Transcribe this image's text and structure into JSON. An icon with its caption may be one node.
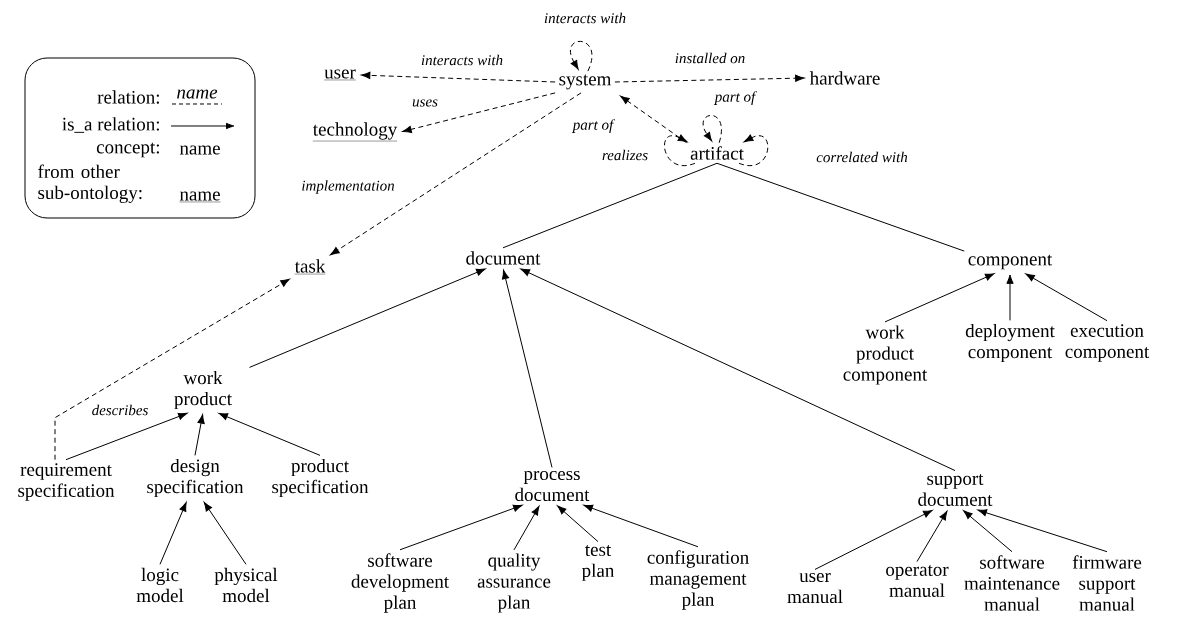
{
  "diagram": {
    "nodes": [
      {
        "text": [
          "system"
        ]
      },
      {
        "text": [
          "user"
        ]
      },
      {
        "text": [
          "technology"
        ]
      },
      {
        "text": [
          "hardware"
        ]
      },
      {
        "text": [
          "artifact"
        ]
      },
      {
        "text": [
          "task"
        ]
      },
      {
        "text": [
          "document"
        ]
      },
      {
        "text": [
          "component"
        ]
      },
      {
        "text": [
          "work product"
        ]
      },
      {
        "text": [
          "process document"
        ]
      },
      {
        "text": [
          "support document"
        ]
      },
      {
        "text": [
          "work product component"
        ]
      },
      {
        "text": [
          "deployment component"
        ]
      },
      {
        "text": [
          "execution component"
        ]
      },
      {
        "text": [
          "requirement specification"
        ]
      },
      {
        "text": [
          "design specification"
        ]
      },
      {
        "text": [
          "product specification"
        ]
      },
      {
        "text": [
          "logic model"
        ]
      },
      {
        "text": [
          "physical model"
        ]
      },
      {
        "text": [
          "software development plan"
        ]
      },
      {
        "text": [
          "quality assurance plan"
        ]
      },
      {
        "text": [
          "test plan"
        ]
      },
      {
        "text": [
          "configuration management plan"
        ]
      },
      {
        "text": [
          "user manual"
        ]
      },
      {
        "text": [
          "operator manual"
        ]
      },
      {
        "text": [
          "software maintenance manual"
        ]
      },
      {
        "text": [
          "firmware support manual"
        ]
      }
    ],
    "edges": [
      {
        "from": 0,
        "to": 1,
        "arrow": "to",
        "label": "interacts with",
        "style": "dashed"
      },
      {
        "from": 0,
        "to": 0,
        "arrow": "to",
        "label": "interacts with",
        "style": "dashed"
      },
      {
        "from": 0,
        "to": 3,
        "arrow": "to",
        "label": "installed on",
        "style": "dashed"
      },
      {
        "from": 0,
        "to": 2,
        "arrow": "to",
        "label": "uses",
        "style": "dashed"
      },
      {
        "from": 4,
        "to": 0,
        "arrow": "to",
        "label": "part of",
        "style": "dashed"
      },
      {
        "from": 4,
        "to": 4,
        "arrow": "to",
        "label": "part of",
        "style": "dashed"
      },
      {
        "from": 4,
        "to": 4,
        "arrow": "to",
        "label": "realizes",
        "style": "dashed"
      },
      {
        "from": 4,
        "to": 4,
        "arrow": "to",
        "label": "correlated with",
        "style": "dashed"
      },
      {
        "from": 0,
        "to": 5,
        "arrow": "to",
        "label": "implementation",
        "style": "dashed"
      },
      {
        "from": 14,
        "to": 5,
        "arrow": "to",
        "label": "describes",
        "style": "dashed"
      },
      {
        "from": 4,
        "to": 6,
        "arrow": "none"
      },
      {
        "from": 4,
        "to": 7,
        "arrow": "none"
      },
      {
        "from": 8,
        "to": 6,
        "arrow": "to"
      },
      {
        "from": 9,
        "to": 6,
        "arrow": "to"
      },
      {
        "from": 10,
        "to": 6,
        "arrow": "to"
      },
      {
        "from": 11,
        "to": 7,
        "arrow": "to"
      },
      {
        "from": 12,
        "to": 7,
        "arrow": "to"
      },
      {
        "from": 13,
        "to": 7,
        "arrow": "to"
      },
      {
        "from": 14,
        "to": 8,
        "arrow": "to"
      },
      {
        "from": 15,
        "to": 8,
        "arrow": "to"
      },
      {
        "from": 16,
        "to": 8,
        "arrow": "to"
      },
      {
        "from": 17,
        "to": 15,
        "arrow": "to"
      },
      {
        "from": 18,
        "to": 15,
        "arrow": "to"
      },
      {
        "from": 19,
        "to": 9,
        "arrow": "to"
      },
      {
        "from": 20,
        "to": 9,
        "arrow": "to"
      },
      {
        "from": 21,
        "to": 9,
        "arrow": "to"
      },
      {
        "from": 22,
        "to": 9,
        "arrow": "to"
      },
      {
        "from": 23,
        "to": 10,
        "arrow": "to"
      },
      {
        "from": 24,
        "to": 10,
        "arrow": "to"
      },
      {
        "from": 25,
        "to": 10,
        "arrow": "to"
      },
      {
        "from": 26,
        "to": 10,
        "arrow": "to"
      }
    ],
    "labels": [
      "name",
      "name",
      "name"
    ],
    "legend": [
      {
        "text": "relation:"
      },
      {
        "text": "is_a relation:"
      },
      {
        "text": "concept:"
      },
      {
        "text": "from other sub-ontology:"
      }
    ]
  }
}
